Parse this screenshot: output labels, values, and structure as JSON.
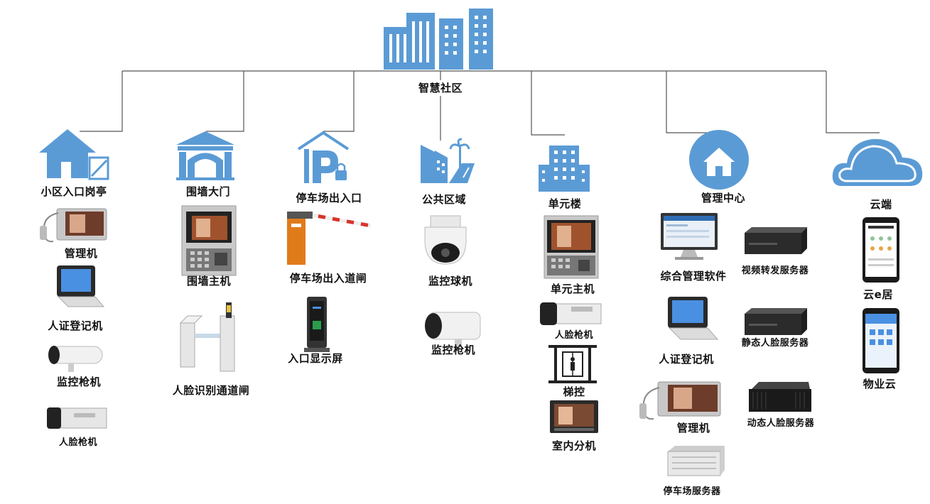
{
  "root": {
    "label": "智慧社区"
  },
  "branches": [
    {
      "key": "gate",
      "label": "小区入口岗亭",
      "devices": [
        "管理机",
        "人证登记机",
        "监控枪机",
        "人脸枪机"
      ]
    },
    {
      "key": "wall",
      "label": "围墙大门",
      "devices": [
        "围墙主机",
        "人脸识别通道闸"
      ]
    },
    {
      "key": "parking",
      "label": "停车场出入口",
      "devices": [
        "停车场出入道闸",
        "入口显示屏"
      ]
    },
    {
      "key": "public",
      "label": "公共区域",
      "devices": [
        "监控球机",
        "监控枪机"
      ]
    },
    {
      "key": "unit",
      "label": "单元楼",
      "devices": [
        "单元主机",
        "人脸枪机",
        "梯控",
        "室内分机"
      ]
    },
    {
      "key": "mgmt",
      "label": "管理中心",
      "devices": [
        "综合管理软件",
        "视频转发服务器",
        "人证登记机",
        "静态人脸服务器",
        "管理机",
        "动态人脸服务器",
        "停车场服务器"
      ]
    },
    {
      "key": "cloud",
      "label": "云端",
      "devices": [
        "云e居",
        "物业云"
      ]
    }
  ],
  "colors": {
    "accent": "#5b9bd5",
    "line": "#555555",
    "dark": "#2b2b2b",
    "orange": "#e07b1a"
  }
}
